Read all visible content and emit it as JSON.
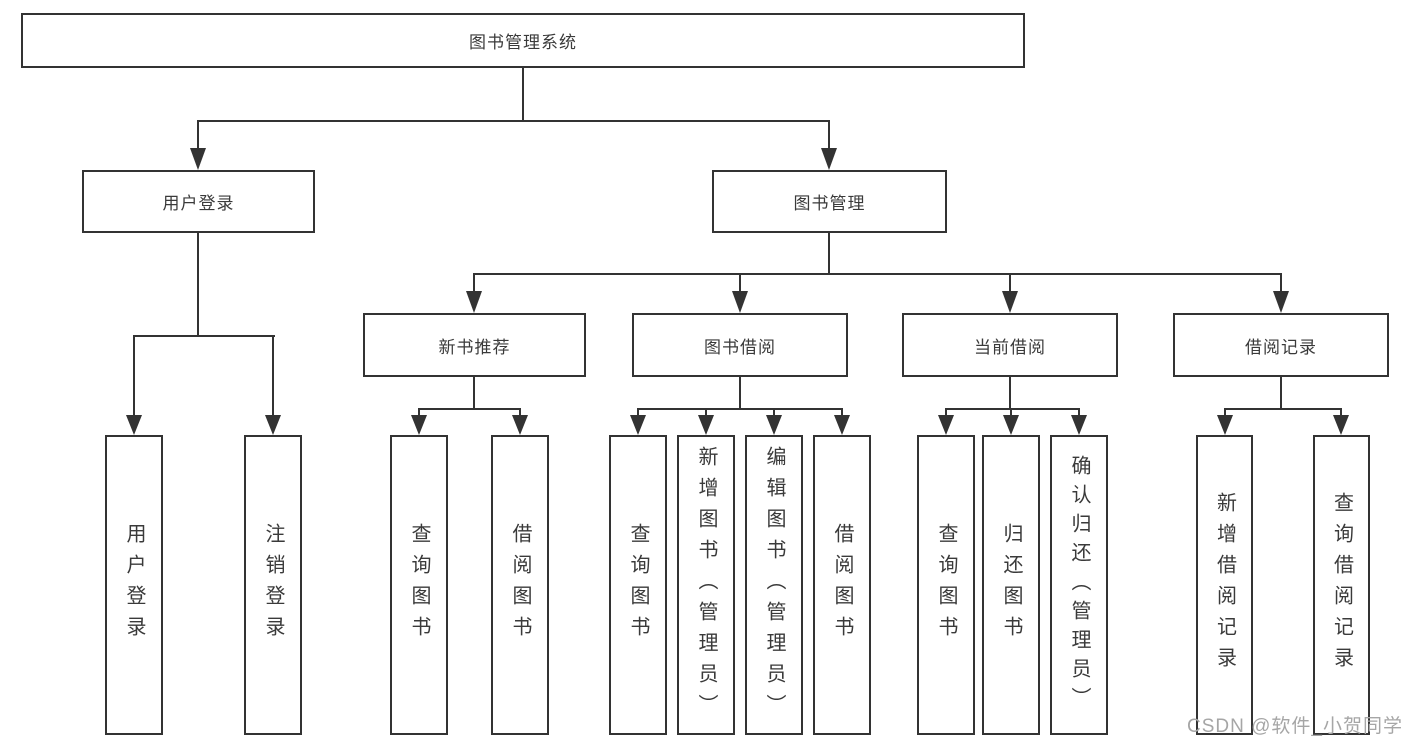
{
  "diagram": {
    "type": "hierarchy-tree",
    "colors": {
      "line": "#333333",
      "box_border": "#333333",
      "text": "#3a3a3a",
      "watermark_text": "#a6a6a6",
      "background": "#ffffff"
    },
    "tree": {
      "root": {
        "label": "图书管理系统"
      },
      "children": [
        {
          "label": "用户登录",
          "children": [
            {
              "label": "用户登录"
            },
            {
              "label": "注销登录"
            }
          ]
        },
        {
          "label": "图书管理",
          "children": [
            {
              "label": "新书推荐",
              "children": [
                {
                  "label": "查询图书"
                },
                {
                  "label": "借阅图书"
                }
              ]
            },
            {
              "label": "图书借阅",
              "children": [
                {
                  "label": "查询图书"
                },
                {
                  "label": "新增图书（管理员）"
                },
                {
                  "label": "编辑图书（管理员）"
                },
                {
                  "label": "借阅图书"
                }
              ]
            },
            {
              "label": "当前借阅",
              "children": [
                {
                  "label": "查询图书"
                },
                {
                  "label": "归还图书"
                },
                {
                  "label": "确认归还（管理员）"
                }
              ]
            },
            {
              "label": "借阅记录",
              "children": [
                {
                  "label": "新增借阅记录"
                },
                {
                  "label": "查询借阅记录"
                }
              ]
            }
          ]
        }
      ]
    }
  },
  "watermark": {
    "text": "CSDN @软件_小贺同学"
  }
}
